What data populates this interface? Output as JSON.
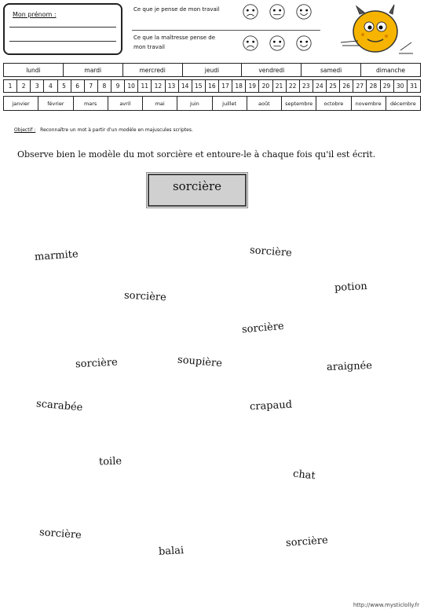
{
  "header": {
    "name_label": "Mon prénom :",
    "self_eval": "Ce que je pense de mon travail",
    "teacher_eval": "Ce que la maîtresse pense de mon travail"
  },
  "days": [
    "lundi",
    "mardi",
    "mercredi",
    "jeudi",
    "vendredi",
    "samedi",
    "dimanche"
  ],
  "numbers": [
    "1",
    "2",
    "3",
    "4",
    "5",
    "6",
    "7",
    "8",
    "9",
    "10",
    "11",
    "12",
    "13",
    "14",
    "15",
    "16",
    "17",
    "18",
    "19",
    "20",
    "21",
    "22",
    "23",
    "24",
    "25",
    "26",
    "27",
    "28",
    "29",
    "30",
    "31"
  ],
  "months": [
    "janvier",
    "février",
    "mars",
    "avril",
    "mai",
    "juin",
    "juillet",
    "août",
    "septembre",
    "octobre",
    "novembre",
    "décembre"
  ],
  "objective": {
    "label": "Objectif :",
    "text": "Reconnaître un mot à partir d'un modèle en majuscules scriptes."
  },
  "instruction": "Observe bien le modèle du mot sorcière et entoure-le à chaque fois qu'il est écrit.",
  "model_word": "sorcière",
  "words": [
    "marmite",
    "sorcière",
    "potion",
    "sorcière",
    "sorcière",
    "sorcière",
    "soupière",
    "araignée",
    "scarabée",
    "crapaud",
    "toile",
    "chat",
    "sorcière",
    "balai",
    "sorcière"
  ],
  "footer": "http://www.mysticlolly.fr"
}
